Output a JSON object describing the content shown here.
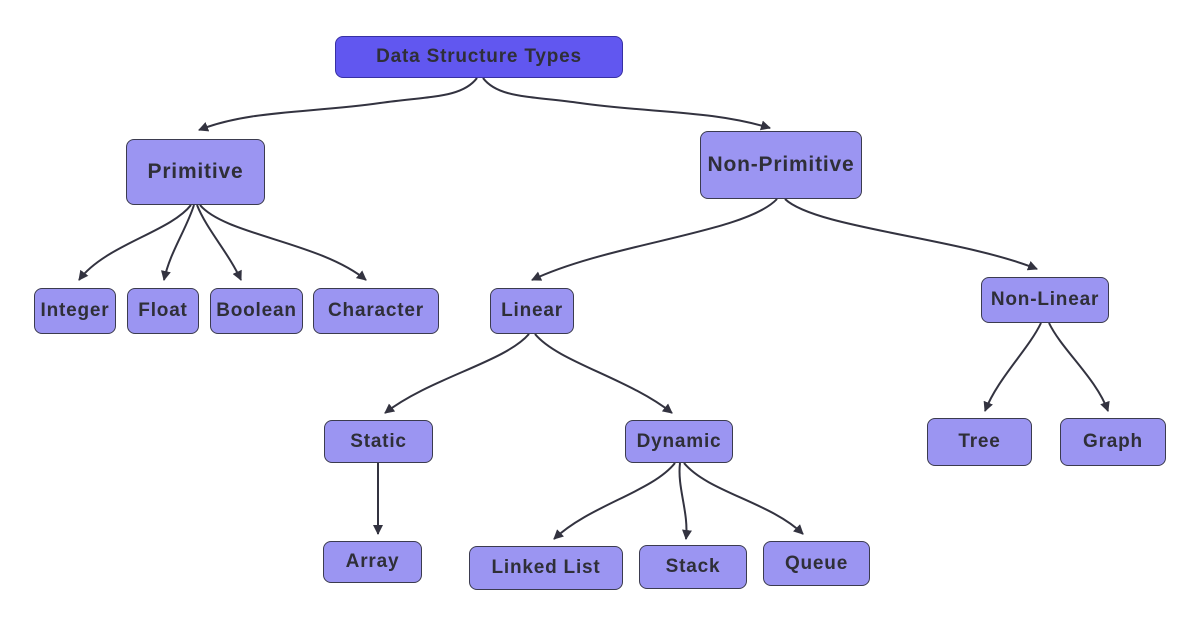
{
  "diagram": {
    "type": "flowchart-tree",
    "nodes": [
      {
        "id": "root",
        "label": "Data Structure Types",
        "level": 0,
        "parent": null
      },
      {
        "id": "primitive",
        "label": "Primitive",
        "level": 1,
        "parent": "root"
      },
      {
        "id": "non_primitive",
        "label": "Non-Primitive",
        "level": 1,
        "parent": "root"
      },
      {
        "id": "integer",
        "label": "Integer",
        "level": 2,
        "parent": "primitive"
      },
      {
        "id": "float",
        "label": "Float",
        "level": 2,
        "parent": "primitive"
      },
      {
        "id": "boolean",
        "label": "Boolean",
        "level": 2,
        "parent": "primitive"
      },
      {
        "id": "character",
        "label": "Character",
        "level": 2,
        "parent": "primitive"
      },
      {
        "id": "linear",
        "label": "Linear",
        "level": 2,
        "parent": "non_primitive"
      },
      {
        "id": "non_linear",
        "label": "Non-Linear",
        "level": 2,
        "parent": "non_primitive"
      },
      {
        "id": "static",
        "label": "Static",
        "level": 3,
        "parent": "linear"
      },
      {
        "id": "dynamic",
        "label": "Dynamic",
        "level": 3,
        "parent": "linear"
      },
      {
        "id": "array",
        "label": "Array",
        "level": 4,
        "parent": "static"
      },
      {
        "id": "linked_list",
        "label": "Linked List",
        "level": 4,
        "parent": "dynamic"
      },
      {
        "id": "stack",
        "label": "Stack",
        "level": 4,
        "parent": "dynamic"
      },
      {
        "id": "queue",
        "label": "Queue",
        "level": 4,
        "parent": "dynamic"
      },
      {
        "id": "tree",
        "label": "Tree",
        "level": 3,
        "parent": "non_linear"
      },
      {
        "id": "graph",
        "label": "Graph",
        "level": 3,
        "parent": "non_linear"
      }
    ],
    "edges": [
      {
        "from": "root",
        "to": "primitive"
      },
      {
        "from": "root",
        "to": "non_primitive"
      },
      {
        "from": "primitive",
        "to": "integer"
      },
      {
        "from": "primitive",
        "to": "float"
      },
      {
        "from": "primitive",
        "to": "boolean"
      },
      {
        "from": "primitive",
        "to": "character"
      },
      {
        "from": "non_primitive",
        "to": "linear"
      },
      {
        "from": "non_primitive",
        "to": "non_linear"
      },
      {
        "from": "linear",
        "to": "static"
      },
      {
        "from": "linear",
        "to": "dynamic"
      },
      {
        "from": "static",
        "to": "array"
      },
      {
        "from": "dynamic",
        "to": "linked_list"
      },
      {
        "from": "dynamic",
        "to": "stack"
      },
      {
        "from": "dynamic",
        "to": "queue"
      },
      {
        "from": "non_linear",
        "to": "tree"
      },
      {
        "from": "non_linear",
        "to": "graph"
      }
    ],
    "colors": {
      "background": "#ffffff",
      "root_fill": "#6157f0",
      "root_border": "#3730a3",
      "node_fill": "#9b95f2",
      "node_border": "#3b3b4f",
      "text": "#2f2f38",
      "edge": "#333340"
    }
  }
}
